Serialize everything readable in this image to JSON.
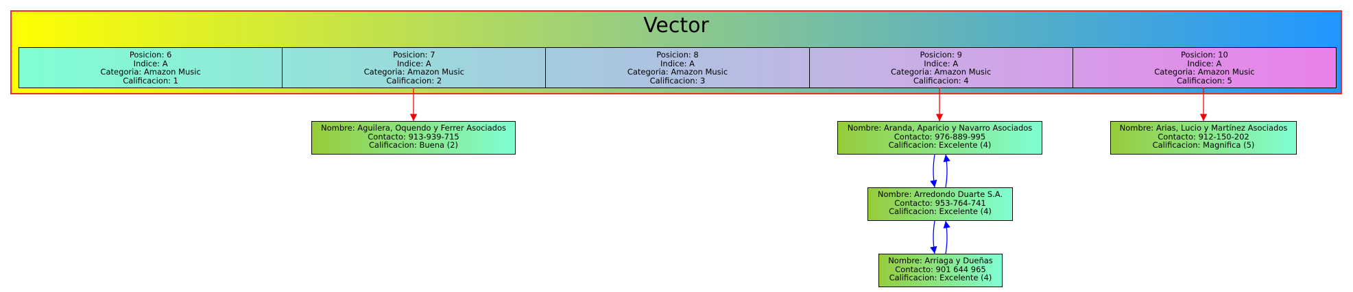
{
  "vector": {
    "title": "Vector",
    "cells": [
      {
        "posicion": "Posicion: 6",
        "indice": "Indice: A",
        "categoria": "Categoria: Amazon Music",
        "calificacion": "Calificacion: 1"
      },
      {
        "posicion": "Posicion: 7",
        "indice": "Indice: A",
        "categoria": "Categoria: Amazon Music",
        "calificacion": "Calificacion: 2"
      },
      {
        "posicion": "Posicion: 8",
        "indice": "Indice: A",
        "categoria": "Categoria: Amazon Music",
        "calificacion": "Calificacion: 3"
      },
      {
        "posicion": "Posicion: 9",
        "indice": "Indice: A",
        "categoria": "Categoria: Amazon Music",
        "calificacion": "Calificacion: 4"
      },
      {
        "posicion": "Posicion: 10",
        "indice": "Indice: A",
        "categoria": "Categoria: Amazon Music",
        "calificacion": "Calificacion: 5"
      }
    ]
  },
  "nodes": [
    {
      "nombre": "Nombre: Aguilera, Oquendo y Ferrer Asociados",
      "contacto": "Contacto: 913-939-715",
      "calificacion": "Calificacion: Buena (2)"
    },
    {
      "nombre": "Nombre: Aranda, Aparicio y Navarro Asociados",
      "contacto": "Contacto: 976-889-995",
      "calificacion": "Calificacion: Excelente (4)"
    },
    {
      "nombre": "Nombre: Arias, Lucio y Martínez Asociados",
      "contacto": "Contacto: 912-150-202",
      "calificacion": "Calificacion: Magnifica (5)"
    },
    {
      "nombre": "Nombre: Arredondo Duarte S.A.",
      "contacto": "Contacto: 953-764-741",
      "calificacion": "Calificacion: Excelente (4)"
    },
    {
      "nombre": "Nombre: Arriaga y Dueñas",
      "contacto": "Contacto: 901 644 965",
      "calificacion": "Calificacion: Excelente (4)"
    }
  ],
  "colors": {
    "vector_link": "#ff0000",
    "list_link": "#0000ff",
    "panel_border": "#e8302a"
  }
}
